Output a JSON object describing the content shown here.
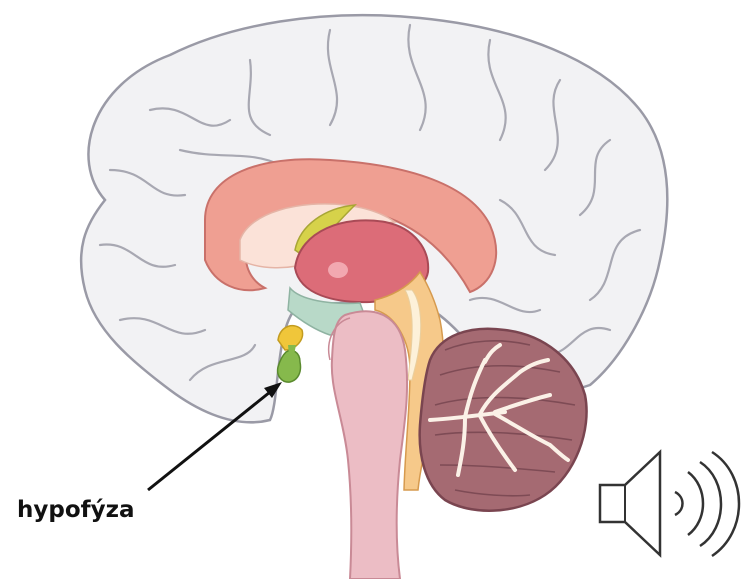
{
  "diagram": {
    "structures": [
      {
        "id": "cerebrum",
        "color": "#f2f2f4"
      },
      {
        "id": "corpus-callosum",
        "color": "#ef9f92"
      },
      {
        "id": "fornix",
        "color": "#d6d24a"
      },
      {
        "id": "thalamus",
        "color": "#dc6c78"
      },
      {
        "id": "hypothalamus",
        "color": "#b8d9c8"
      },
      {
        "id": "pituitary-gland",
        "color": "#86b94c"
      },
      {
        "id": "brainstem",
        "color": "#ecbdc5"
      },
      {
        "id": "cerebellum",
        "color": "#a56a72"
      },
      {
        "id": "cerebellum-white-matter",
        "color": "#fbf1e7"
      },
      {
        "id": "spinal-fluid",
        "color": "#f6c98a"
      }
    ],
    "callouts": [
      {
        "id": "pituitary",
        "text": "hypofýza",
        "points_to": "pituitary-gland"
      }
    ]
  },
  "audio_control": {
    "icon": "speaker-icon"
  }
}
